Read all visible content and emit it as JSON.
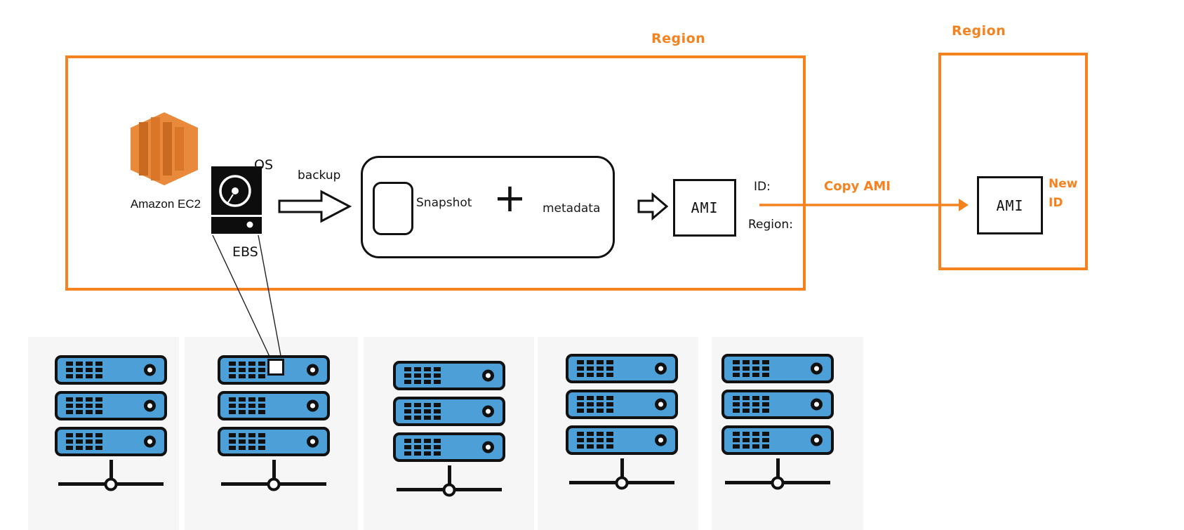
{
  "colors": {
    "accent_orange": "#F5821F",
    "server_blue": "#4D9FD8",
    "outline_black": "#111111"
  },
  "region_main": {
    "label": "Region"
  },
  "region_copy": {
    "label": "Region"
  },
  "ec2": {
    "caption": "Amazon EC2"
  },
  "ebs": {
    "top_label": "OS",
    "bottom_label": "EBS"
  },
  "backup": {
    "label": "backup"
  },
  "snapshot_box": {
    "snapshot_label": "Snapshot",
    "plus_sign": "+",
    "metadata_label": "metadata"
  },
  "ami_source": {
    "label": "AMI",
    "id_label": "ID:",
    "region_label": "Region:"
  },
  "copy_arrow": {
    "label": "Copy AMI"
  },
  "ami_target": {
    "label": "AMI",
    "new_id_line1": "New",
    "new_id_line2": "ID"
  }
}
